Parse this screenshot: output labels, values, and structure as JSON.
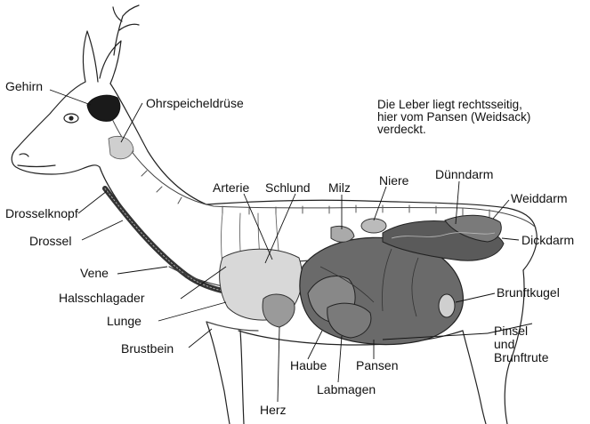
{
  "note": "Die Leber liegt rechtsseitig,\nhier vom Pansen (Weidsack)\nverdeckt.",
  "labels": {
    "gehirn": "Gehirn",
    "ohrspeicheldruese": "Ohrspeicheldrüse",
    "drosselknopf": "Drosselknopf",
    "drossel": "Drossel",
    "vene": "Vene",
    "halsschlagader": "Halsschlagader",
    "lunge": "Lunge",
    "brustbein": "Brustbein",
    "arterie": "Arterie",
    "schlund": "Schlund",
    "milz": "Milz",
    "niere": "Niere",
    "duenndarm": "Dünndarm",
    "weiddarm": "Weiddarm",
    "dickdarm": "Dickdarm",
    "brunftkugel": "Brunftkugel",
    "pinsel": "Pinsel",
    "und": "und",
    "brunftrute": "Brunftrute",
    "pansen": "Pansen",
    "haube": "Haube",
    "labmagen": "Labmagen",
    "herz": "Herz"
  },
  "colors": {
    "ink": "#111111",
    "organ_dark": "#4a4a4a",
    "organ_mid": "#8a8a8a",
    "organ_light": "#c8c8c8",
    "brain": "#1a1a1a"
  }
}
